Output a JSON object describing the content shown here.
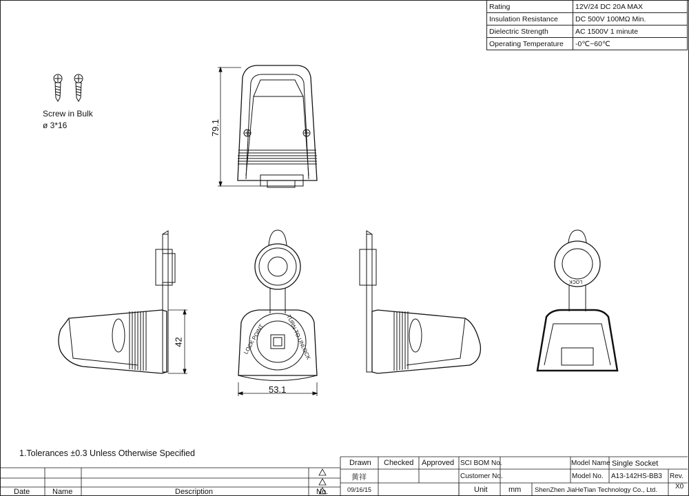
{
  "specs": [
    {
      "label": "Rating",
      "value": "12V/24 DC 20A MAX"
    },
    {
      "label": "Insulation Resistance",
      "value": "DC 500V 100MΩ Min."
    },
    {
      "label": "Dielectric Strength",
      "value": "AC 1500V 1 minute"
    },
    {
      "label": "Operating Temperature",
      "value": "-0℃~60℃"
    }
  ],
  "screw": {
    "title": "Screw in Bulk",
    "size": "ø 3*16"
  },
  "dimensions": {
    "height_top": "79.1",
    "height_side": "42",
    "width_front": "53.1"
  },
  "cap_text": {
    "lock": "LOCK POINT",
    "turn": "TURN TO UNLOCK",
    "lock_small": "LOCK"
  },
  "note": "1.Tolerances ±0.3 Unless Otherwise Specified",
  "revision_table": {
    "headers": [
      "Date",
      "Name",
      "Description",
      "No."
    ]
  },
  "title_block": {
    "drawn_h": "Drawn",
    "checked_h": "Checked",
    "approved_h": "Approved",
    "sci_bom": "SCI BOM No.",
    "customer_no": "Customer No.",
    "unit": "Unit",
    "unit_val": "mm",
    "model_name_h": "Model Name",
    "model_name": "Single Socket",
    "model_no_h": "Model No.",
    "model_no": "A13-142HS-BB3",
    "rev_h": "Rev.",
    "rev": "X0",
    "drawn_by": "黄祥",
    "date": "09/16/15",
    "company": "ShenZhen JiaHeTian Technology Co., Ltd."
  }
}
